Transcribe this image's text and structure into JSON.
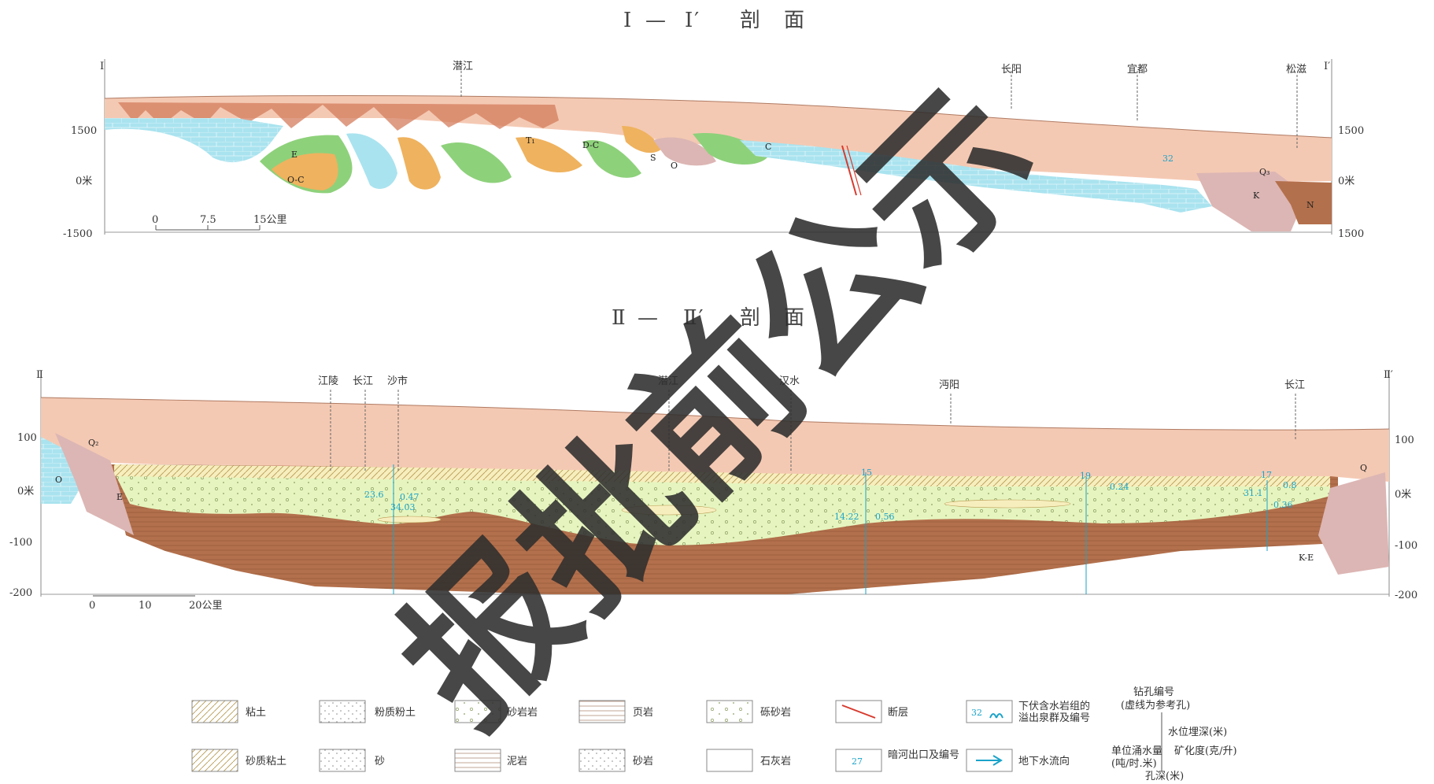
{
  "section1": {
    "title_left": "Ⅰ",
    "title_dash": "—",
    "title_right": "Ⅰ′",
    "title_word": "剖　面",
    "end_left": "Ⅰ",
    "end_right": "Ⅰ′",
    "left_ticks": [
      "1500",
      "0米",
      "-1500"
    ],
    "right_ticks": [
      "1500",
      "0米",
      "1500"
    ],
    "places": [
      "潜江",
      "长阳",
      "宜都",
      "松滋"
    ],
    "scale": {
      "ticks": [
        "0",
        "7.5",
        "15公里"
      ]
    },
    "units": [
      "T₁",
      "D-C",
      "S",
      "O",
      "E",
      "C",
      "O-C",
      "Q₃",
      "K",
      "N"
    ],
    "cyan_labels": [
      "32"
    ]
  },
  "section2": {
    "title_left": "Ⅱ",
    "title_dash": "—",
    "title_right": "Ⅱ′",
    "title_word": "剖　面",
    "end_left": "Ⅱ",
    "end_right": "Ⅱ′",
    "left_ticks": [
      "100",
      "0米",
      "-100",
      "-200"
    ],
    "right_ticks": [
      "100",
      "0米",
      "-100",
      "-200"
    ],
    "places": [
      "江陵",
      "长江",
      "沙市",
      "潜江",
      "汉水",
      "沔阳",
      "长江"
    ],
    "scale": {
      "ticks": [
        "0",
        "10",
        "20公里"
      ]
    },
    "units": [
      "Q₂",
      "O",
      "E",
      "Q",
      "K-E"
    ],
    "cyan_labels": [
      "23.6",
      "0.47",
      "34.03",
      "15",
      "14.22",
      "0.56",
      "19",
      "0.24",
      "17",
      "31.1",
      "0.8",
      "0.36"
    ]
  },
  "legend": {
    "items": [
      "粘土",
      "粉质粉土",
      "砂岩岩",
      "页岩",
      "砾砂岩",
      "断层",
      "砂质粘土",
      "砂",
      "泥岩",
      "砂岩",
      "石灰岩",
      "暗河出口及编号",
      "地下水流向"
    ],
    "spring": {
      "number": "32",
      "label_line1": "下伏含水岩组的",
      "label_line2": "溢出泉群及编号"
    },
    "river_number": "27",
    "well": {
      "top_line1": "钻孔编号",
      "top_line2": "(虚线为参考孔)",
      "water_level": "水位埋深(米)",
      "mineral": "矿化度(克/升)",
      "flow_line1": "单位涌水量",
      "flow_line2": "(吨/时.米)",
      "depth": "孔深(米)"
    }
  },
  "watermark": {
    "text": "报批前公示"
  },
  "colors": {
    "quaternary": "#f4c9b3",
    "clay_yellow": "#f7eebe",
    "sand_green": "#e6f5bf",
    "mudstone_brown": "#b3704c",
    "limestone_cyan": "#a9e3ef",
    "orange": "#efb25e",
    "green": "#8ed17b",
    "pink": "#dcb6b4",
    "cyan_label": "#1aa3c9",
    "fault": "#d83a2e"
  }
}
